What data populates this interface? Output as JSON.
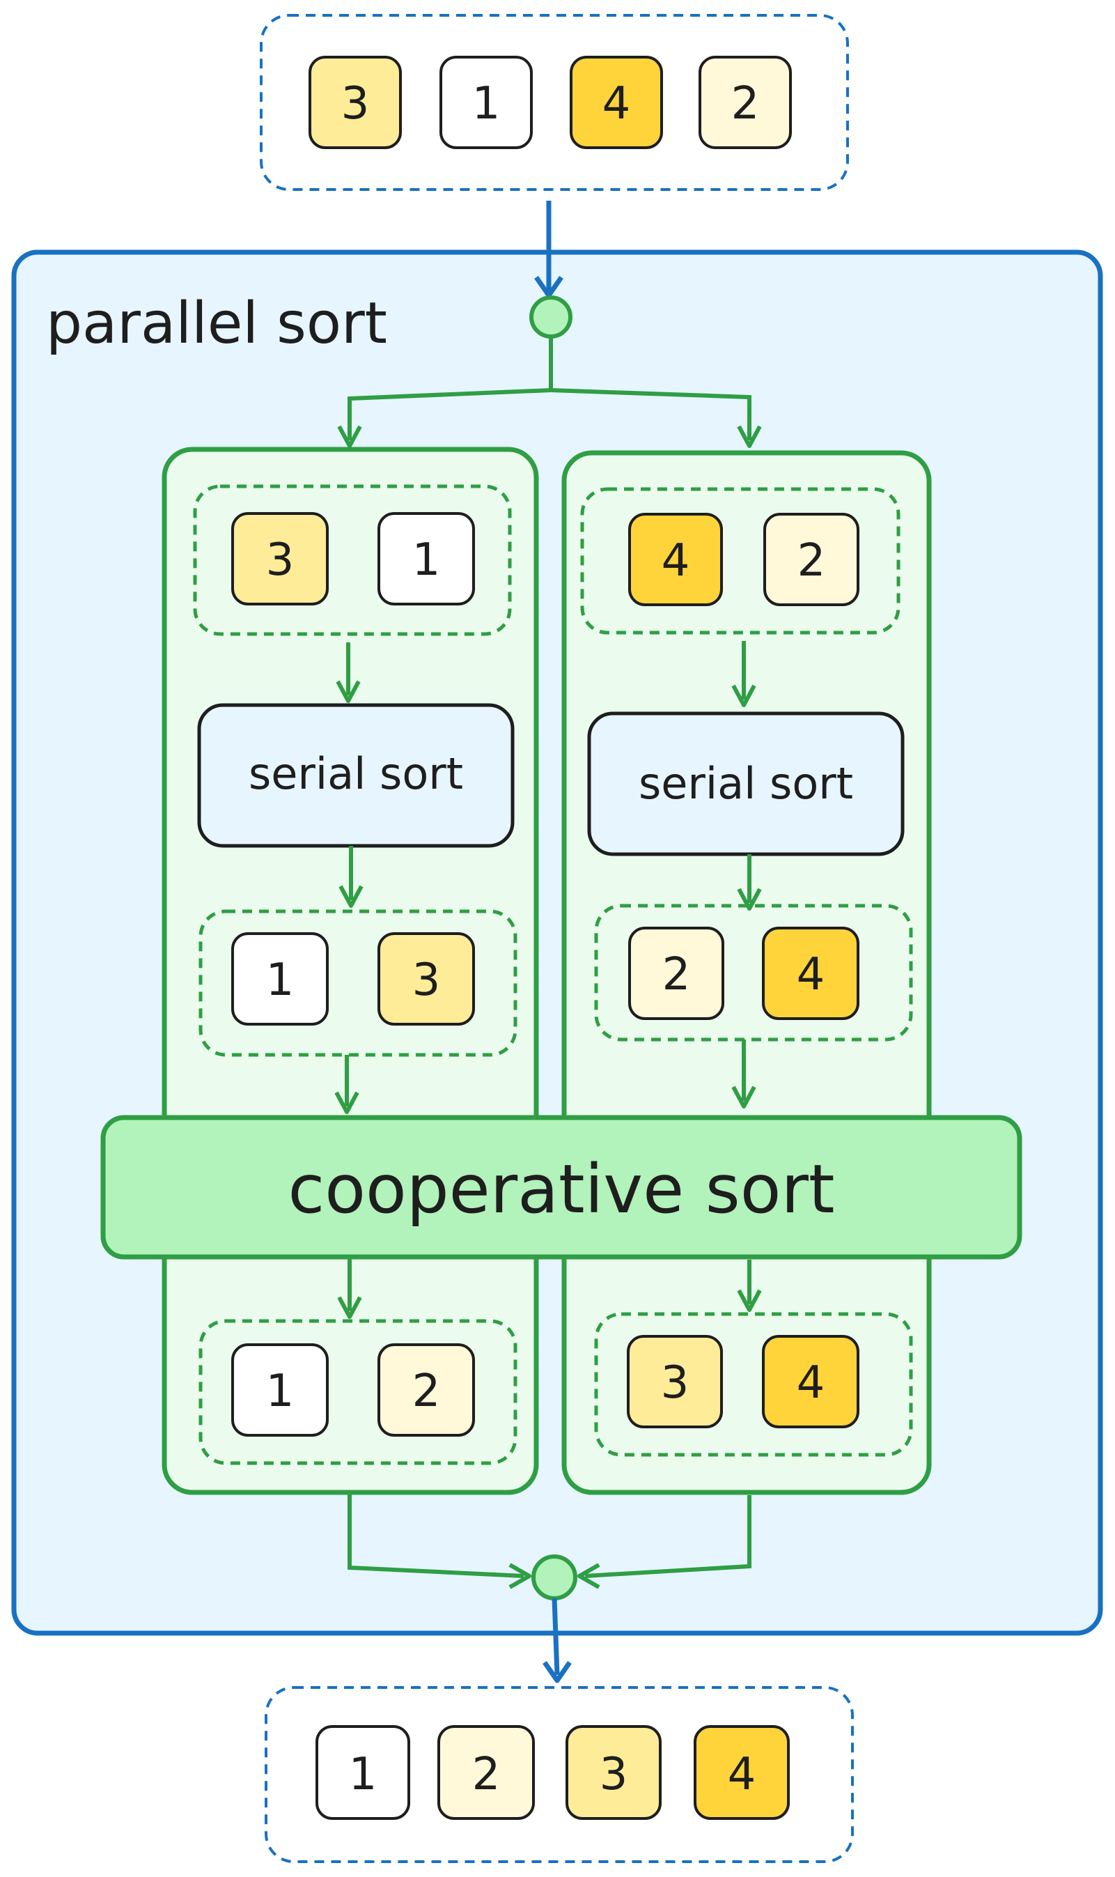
{
  "title": "parallel sort",
  "input_array": [
    "3",
    "1",
    "4",
    "2"
  ],
  "output_array": [
    "1",
    "2",
    "3",
    "4"
  ],
  "cooperative_label": "cooperative sort",
  "branches": [
    {
      "input": [
        "3",
        "1"
      ],
      "serial_label": "serial sort",
      "after_serial": [
        "1",
        "3"
      ],
      "after_cooperative": [
        "1",
        "2"
      ]
    },
    {
      "input": [
        "4",
        "2"
      ],
      "serial_label": "serial sort",
      "after_serial": [
        "2",
        "4"
      ],
      "after_cooperative": [
        "3",
        "4"
      ]
    }
  ],
  "value_colors": {
    "1": "#ffffff",
    "2": "#fff8d9",
    "3": "#ffec99",
    "4": "#ffd43b"
  },
  "colors": {
    "outer_fill": "#e7f5ff",
    "outer_stroke": "#1971c2",
    "branch_fill": "#ebfbee",
    "branch_stroke": "#2f9e44",
    "coop_fill": "#b2f2bb",
    "serial_fill": "#e7f5ff",
    "node_fill": "#b2f2bb"
  }
}
